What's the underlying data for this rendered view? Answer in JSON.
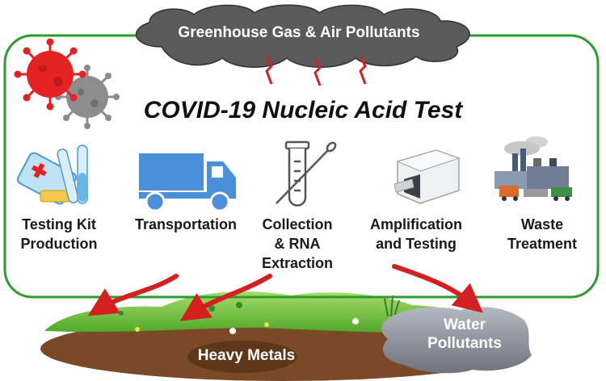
{
  "title": "COVID-19 Nucleic Acid Test",
  "emissions": {
    "air": "Greenhouse Gas & Air Pollutants",
    "soil": "Heavy Metals",
    "water": [
      "Water",
      "Pollutants"
    ]
  },
  "steps": [
    {
      "lines": [
        "Testing Kit",
        "Production"
      ],
      "icon": "testing-kit-icon"
    },
    {
      "lines": [
        "Transportation"
      ],
      "icon": "truck-icon"
    },
    {
      "lines": [
        "Collection",
        "& RNA",
        "Extraction"
      ],
      "icon": "test-tube-swab-icon"
    },
    {
      "lines": [
        "Amplification",
        "and Testing"
      ],
      "icon": "pcr-machine-icon"
    },
    {
      "lines": [
        "Waste",
        "Treatment"
      ],
      "icon": "waste-plant-icon"
    }
  ],
  "colors": {
    "frame": "#2e9b2e",
    "cloud": "#5a5a5a",
    "arrow": "#d42020",
    "virus_red": "#e52222",
    "virus_gray": "#8c8c8c",
    "truck": "#4a8fd8",
    "grass": "#6cc13a",
    "soil": "#7a4a28",
    "water": "#8a8f99"
  }
}
